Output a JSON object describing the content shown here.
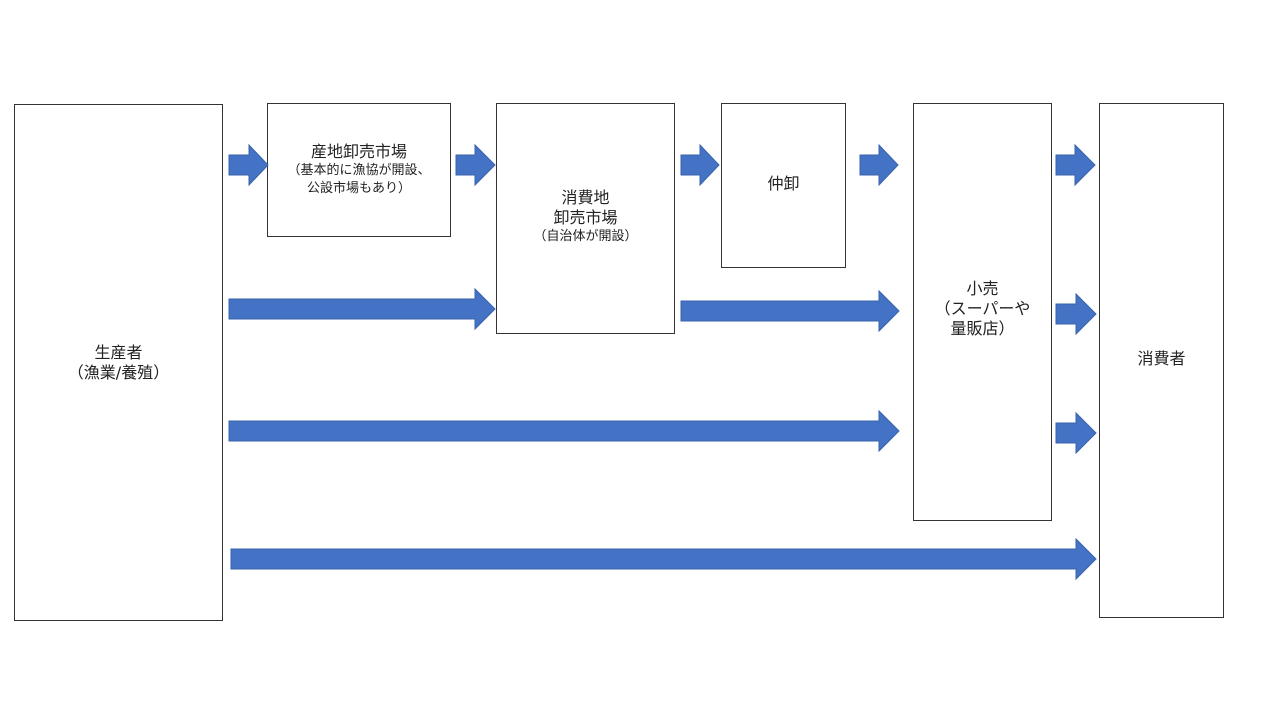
{
  "colors": {
    "arrow": "#4472C4",
    "border": "#333333",
    "text": "#222222"
  },
  "nodes": {
    "producer": {
      "line1": "生産者",
      "line2": "（漁業/養殖）"
    },
    "origin_market": {
      "line1": "産地卸売市場",
      "line2": "（基本的に漁協が開設、",
      "line3": "公設市場もあり）"
    },
    "consumption_market": {
      "line1": "消費地",
      "line2": "卸売市場",
      "line3": "（自治体が開設）"
    },
    "broker": {
      "line1": "仲卸"
    },
    "retail": {
      "line1": "小売",
      "line2": "（スーパーや",
      "line3": "量販店）"
    },
    "consumer": {
      "line1": "消費者"
    }
  },
  "flows": [
    {
      "id": "producer-to-origin-market",
      "from": "生産者",
      "to": "産地卸売市場"
    },
    {
      "id": "origin-market-to-consumption-market",
      "from": "産地卸売市場",
      "to": "消費地卸売市場"
    },
    {
      "id": "consumption-market-to-broker",
      "from": "消費地卸売市場",
      "to": "仲卸"
    },
    {
      "id": "broker-to-retail",
      "from": "仲卸",
      "to": "小売"
    },
    {
      "id": "retail-to-consumer-top",
      "from": "小売",
      "to": "消費者"
    },
    {
      "id": "producer-to-consumption-market",
      "from": "生産者",
      "to": "消費地卸売市場"
    },
    {
      "id": "consumption-market-to-retail",
      "from": "消費地卸売市場",
      "to": "小売"
    },
    {
      "id": "retail-to-consumer-middle",
      "from": "小売",
      "to": "消費者"
    },
    {
      "id": "producer-to-retail",
      "from": "生産者",
      "to": "小売"
    },
    {
      "id": "retail-to-consumer-bottom",
      "from": "小売",
      "to": "消費者"
    },
    {
      "id": "producer-to-consumer",
      "from": "生産者",
      "to": "消費者"
    }
  ]
}
